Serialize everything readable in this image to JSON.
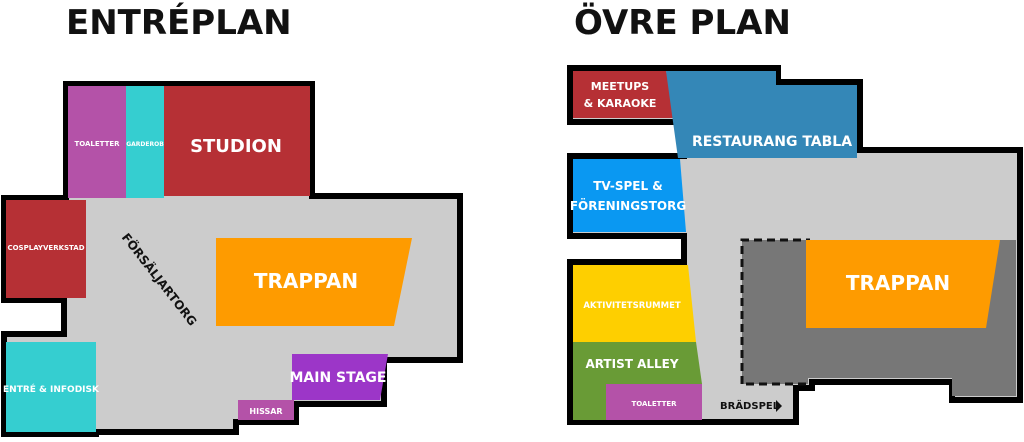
{
  "titles": {
    "ground": "ENTRÉPLAN",
    "upper": "ÖVRE PLAN"
  },
  "ground": {
    "toaletter": "TOALETTER",
    "garderob": "GARDEROB",
    "studion": "STUDION",
    "cosplay": "COSPLAYVERKSTAD",
    "forsaljning": "FÖRSÄLJARTORG",
    "trappan": "TRAPPAN",
    "entre": "ENTRÉ & INFODISK",
    "main_stage": "MAIN STAGE",
    "hissar": "HISSAR"
  },
  "upper": {
    "meetups_1": "MEETUPS",
    "meetups_2": "& KARAOKE",
    "restaurang": "RESTAURANG TABLA",
    "tvspel_1": "TV-SPEL &",
    "tvspel_2": "FÖRENINGSTORG",
    "trappan": "TRAPPAN",
    "aktivitet": "AKTIVITETSRUMMET",
    "artist": "ARTIST ALLEY",
    "toaletter": "TOALETTER",
    "bradspel": "BRÄDSPEL"
  },
  "colors": {
    "floor": "#cccccc",
    "outline": "#000000",
    "red": "#b63035",
    "purple": "#b452a8",
    "cyan": "#35ced0",
    "orange": "#fe9b00",
    "violet": "#9c36c8",
    "blue": "#3487b7",
    "lightblue": "#0a98f2",
    "yellow": "#fecf00",
    "green": "#699b36",
    "darkgray": "#777777"
  }
}
